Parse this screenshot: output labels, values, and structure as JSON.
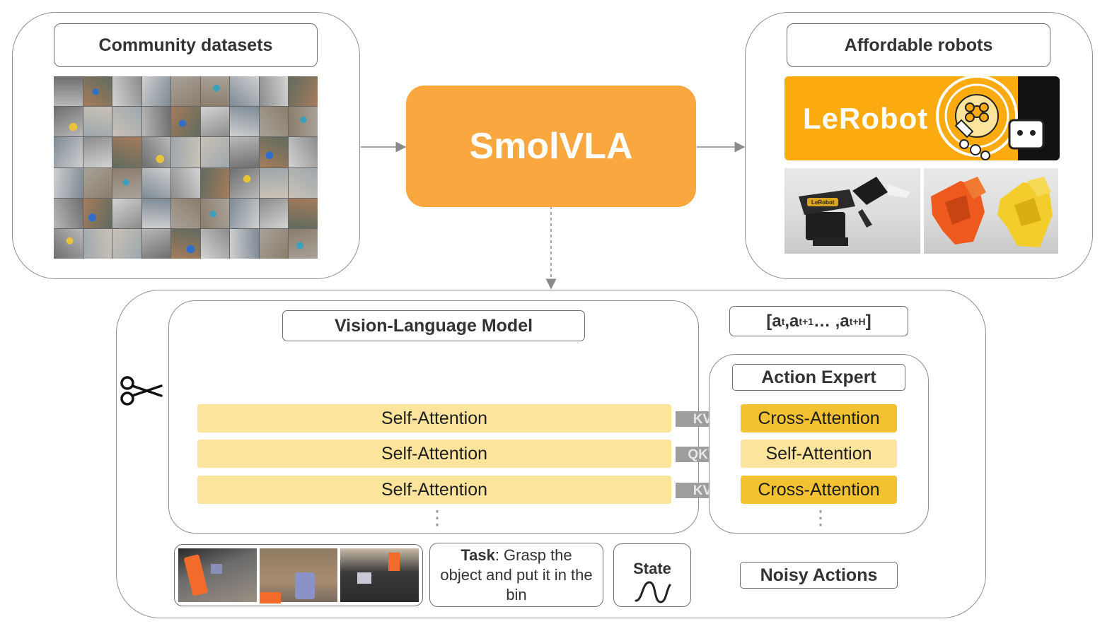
{
  "community": {
    "title": "Community datasets"
  },
  "center": {
    "title": "SmolVLA"
  },
  "robots": {
    "title": "Affordable robots",
    "logo_text": "LeRobot",
    "arm_label": "LeRobot"
  },
  "vlm": {
    "title": "Vision-Language Model",
    "layers": [
      "Self-Attention",
      "Self-Attention",
      "Self-Attention"
    ],
    "continuation": "⋮"
  },
  "connectors": [
    "KV",
    "QKV",
    "KV"
  ],
  "expert": {
    "title": "Action Expert",
    "layers": [
      "Cross-Attention",
      "Self-Attention",
      "Cross-Attention"
    ],
    "continuation": "⋮"
  },
  "output": {
    "open": "[a",
    "sub_t": "t",
    "sep1": " ,a",
    "sub_t1": "t+1",
    "dots": " … ,a",
    "sub_tH": "t+H",
    "close": "]"
  },
  "inputs": {
    "task_bold": "Task",
    "task_text": ": Grasp the object and put it in the bin",
    "state_label": "State",
    "noisy": "Noisy Actions"
  },
  "colors": {
    "smolvla_orange": "#f9a73e",
    "lerobot_yellow": "#fbaa0f",
    "self_attention_light": "#fde49c",
    "cross_attention_dark": "#f2c233",
    "connector_gray": "#9e9e9e"
  },
  "icons": {
    "scissors": "scissors-icon",
    "state": "sine-wave-icon"
  }
}
